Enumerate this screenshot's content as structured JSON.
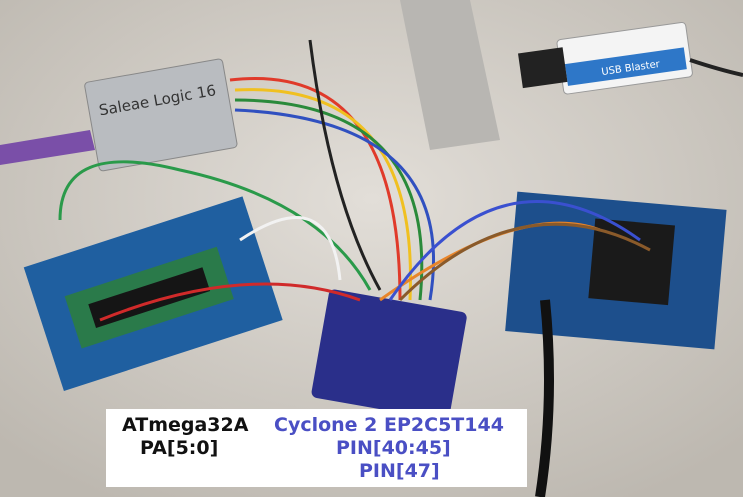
{
  "photo": {
    "logic_analyzer_label": "Saleae Logic 16",
    "programmer_label": "USB Blaster"
  },
  "caption": {
    "left": {
      "line1": "ATmega32A",
      "line2": "PA[5:0]",
      "color": "#111111"
    },
    "right": {
      "line1": "Cyclone 2 EP2C5T144",
      "line2": "PIN[40:45]",
      "line3": "PIN[47]",
      "color": "#4a4fc4"
    }
  }
}
